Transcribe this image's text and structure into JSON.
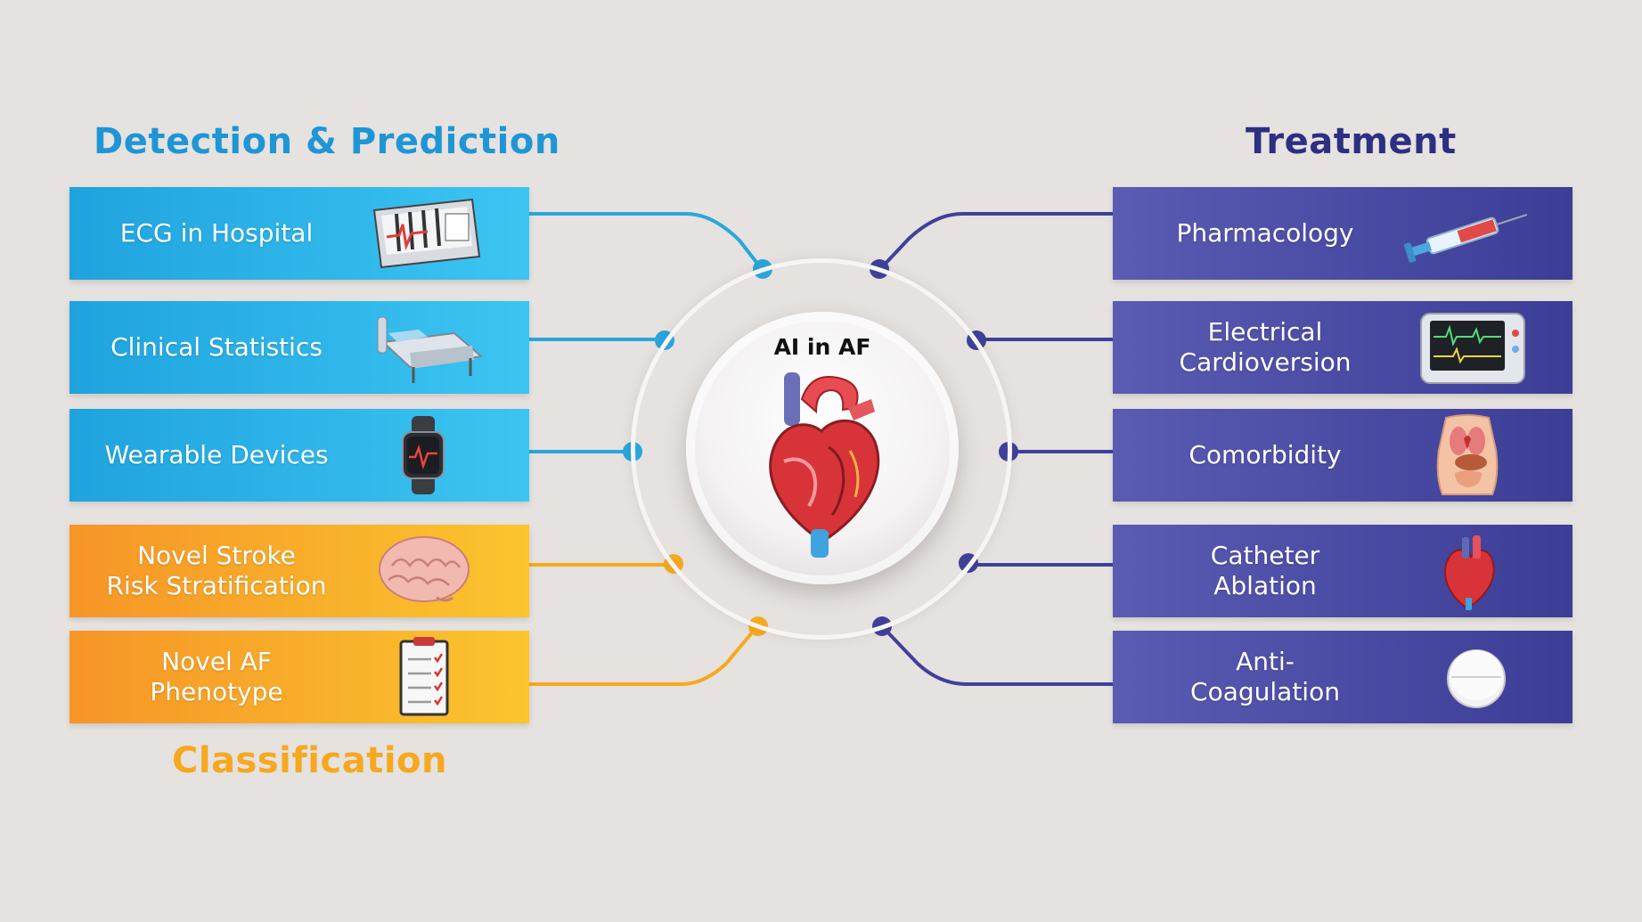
{
  "center": {
    "title": "AI in AF",
    "icon": "heart-icon"
  },
  "groups": {
    "detection": {
      "title": "Detection & Prediction",
      "color": "#1e96d6"
    },
    "classification": {
      "title": "Classification",
      "color": "#f6a81f"
    },
    "treatment": {
      "title": "Treatment",
      "color": "#2d2f82"
    }
  },
  "left_cards": [
    {
      "label": "ECG in Hospital",
      "icon": "ecg-machine-icon",
      "group": "detection"
    },
    {
      "label": "Clinical Statistics",
      "icon": "hospital-bed-icon",
      "group": "detection"
    },
    {
      "label": "Wearable Devices",
      "icon": "smartwatch-icon",
      "group": "detection"
    },
    {
      "label": "Novel Stroke\nRisk Stratification",
      "icon": "brain-icon",
      "group": "classification"
    },
    {
      "label": "Novel AF\nPhenotype",
      "icon": "clipboard-checklist-icon",
      "group": "classification"
    }
  ],
  "right_cards": [
    {
      "label": "Pharmacology",
      "icon": "syringe-icon",
      "group": "treatment"
    },
    {
      "label": "Electrical\nCardioversion",
      "icon": "defibrillator-monitor-icon",
      "group": "treatment"
    },
    {
      "label": "Comorbidity",
      "icon": "human-torso-organs-icon",
      "group": "treatment"
    },
    {
      "label": "Catheter\nAblation",
      "icon": "small-heart-icon",
      "group": "treatment"
    },
    {
      "label": "Anti-\nCoagulation",
      "icon": "pill-tablet-icon",
      "group": "treatment"
    }
  ],
  "colors": {
    "background": "#e5e2df",
    "detection_line": "#2aa6dc",
    "classification_line": "#f6a81f",
    "treatment_line": "#3f4199"
  }
}
